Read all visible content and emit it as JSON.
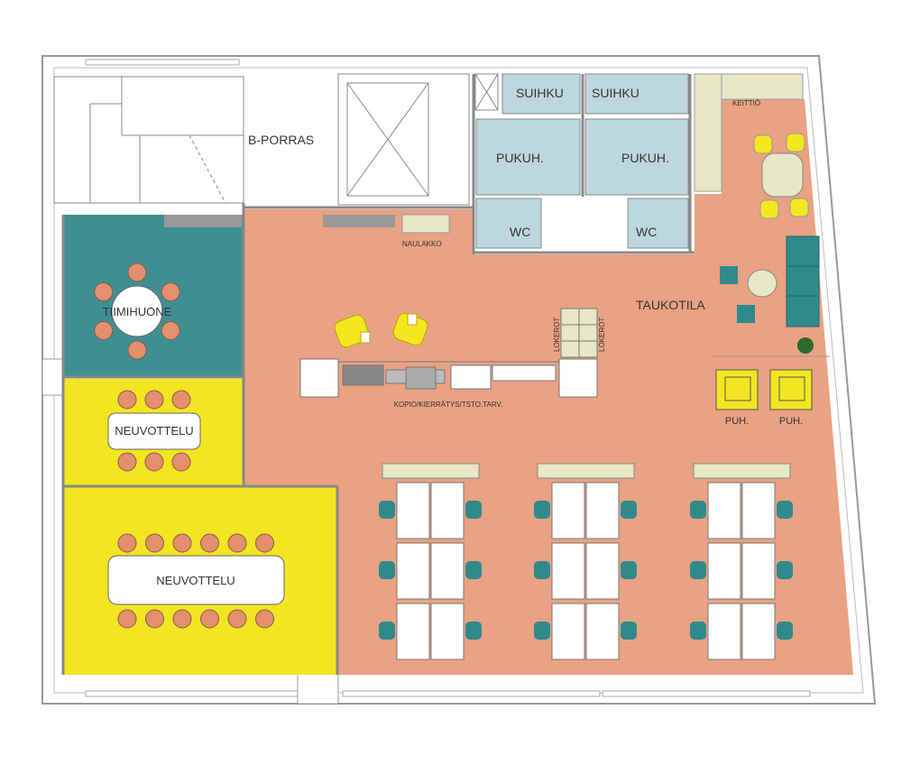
{
  "rooms": {
    "stair": "B-PORRAS",
    "shower1": "SUIHKU",
    "shower2": "SUIHKU",
    "locker1": "PUKUH.",
    "locker2": "PUKUH.",
    "wc1": "WC",
    "wc2": "WC",
    "kitchen": "KEITTIÖ",
    "coat_rack": "NAULAKKO",
    "team_room": "TIIMIHUONE",
    "meeting_small": "NEUVOTTELU",
    "meeting_large": "NEUVOTTELU",
    "break_room": "TAUKOTILA",
    "copy": "KOPIO/KIERRÄTYS/TSTO.TARV.",
    "lockers_left": "LOKEROT",
    "lockers_right": "LOKEROT",
    "phone1": "PUH.",
    "phone2": "PUH."
  },
  "colors": {
    "open_office": "#e9a283",
    "team_room": "#3f8f92",
    "meeting": "#f1e621",
    "wet_rooms": "#bcd8dd",
    "cream": "#e6e8c6",
    "chair_teal": "#2f8a8c",
    "chair_orange": "#e48f6d",
    "lounge_yellow": "#f3e81f"
  }
}
